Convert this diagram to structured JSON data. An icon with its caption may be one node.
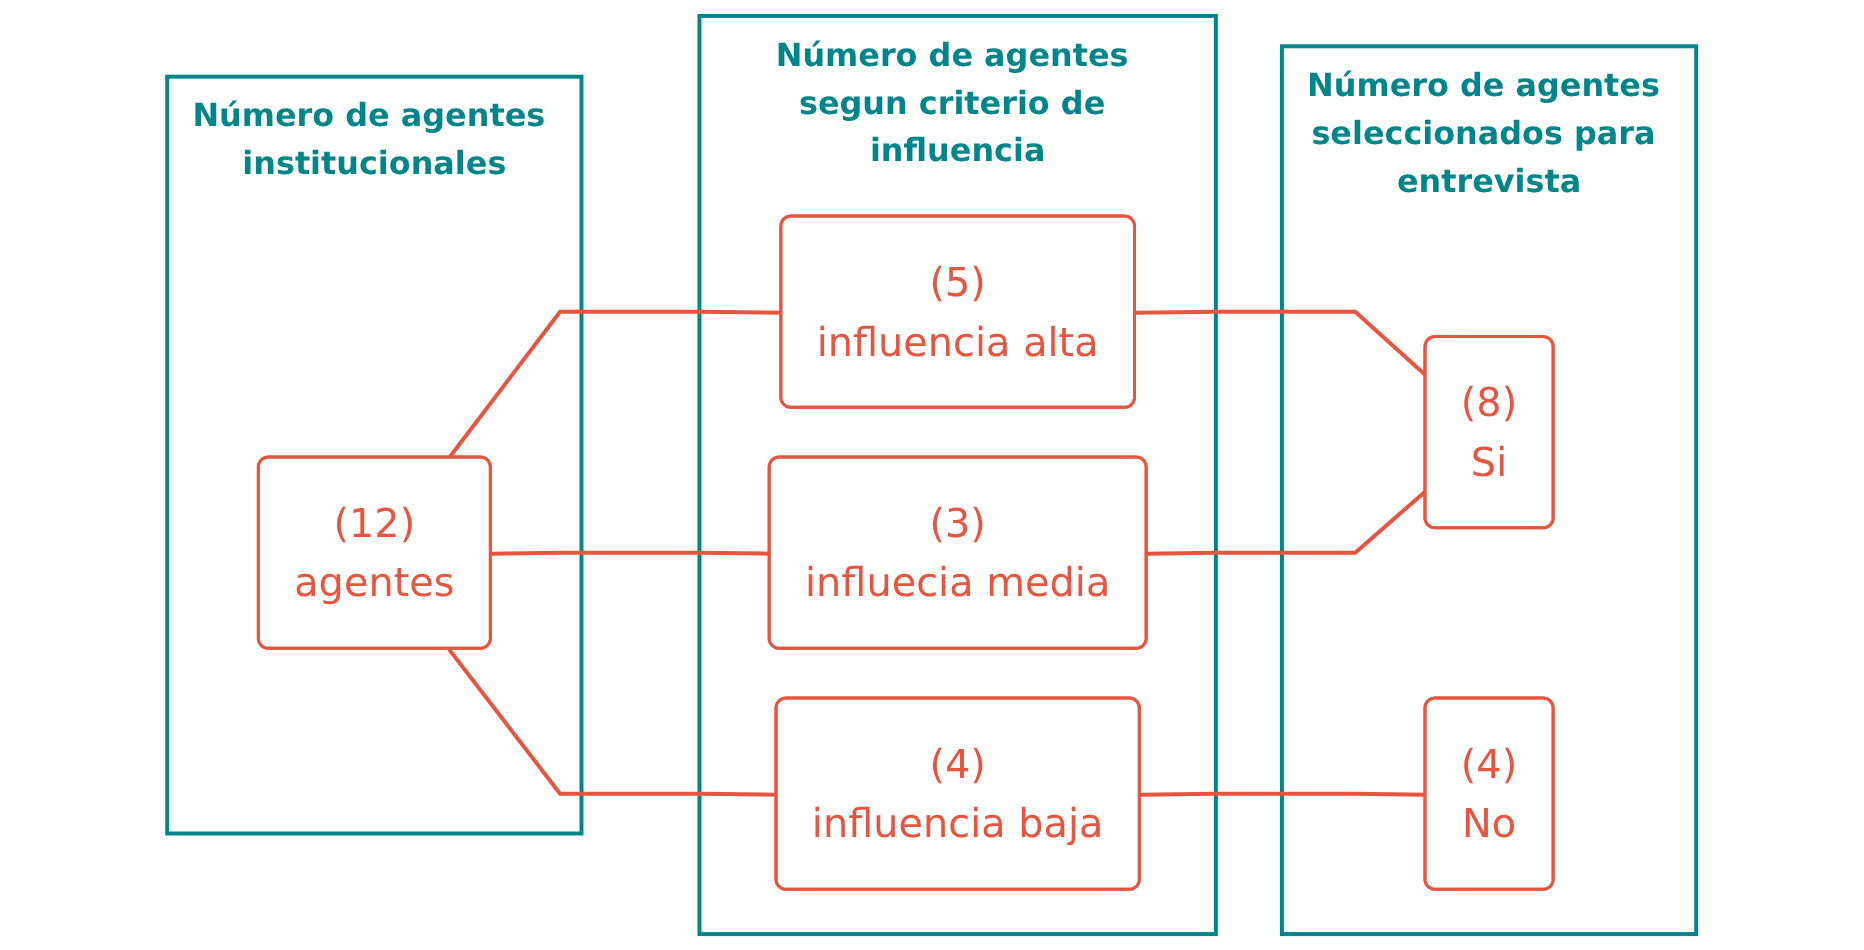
{
  "diagram": {
    "nodes": [
      {
        "text": [
          "Número de agentes institucionales"
        ]
      },
      {
        "text": [
          "(12)",
          "agentes"
        ],
        "in": 0
      },
      {
        "text": [
          "Número de agentes segun criterio de influencia"
        ]
      },
      {
        "text": [
          "(5)",
          "influencia alta"
        ],
        "in": 2
      },
      {
        "text": [
          "(3)",
          "influecia media"
        ],
        "in": 2
      },
      {
        "text": [
          "(4)",
          "influencia baja"
        ],
        "in": 2
      },
      {
        "text": [
          "Número de agentes seleccionados para entrevista"
        ]
      },
      {
        "text": [
          "(8)",
          "Si"
        ],
        "in": 6
      },
      {
        "text": [
          "(4)",
          "No"
        ],
        "in": 6
      }
    ],
    "edges": [
      {
        "from": 1,
        "to": 3,
        "arrow": "none"
      },
      {
        "from": 1,
        "to": 4,
        "arrow": "none"
      },
      {
        "from": 1,
        "to": 5,
        "arrow": "none"
      },
      {
        "from": 3,
        "to": 7,
        "arrow": "none"
      },
      {
        "from": 4,
        "to": 7,
        "arrow": "none"
      },
      {
        "from": 5,
        "to": 8,
        "arrow": "none"
      }
    ]
  }
}
